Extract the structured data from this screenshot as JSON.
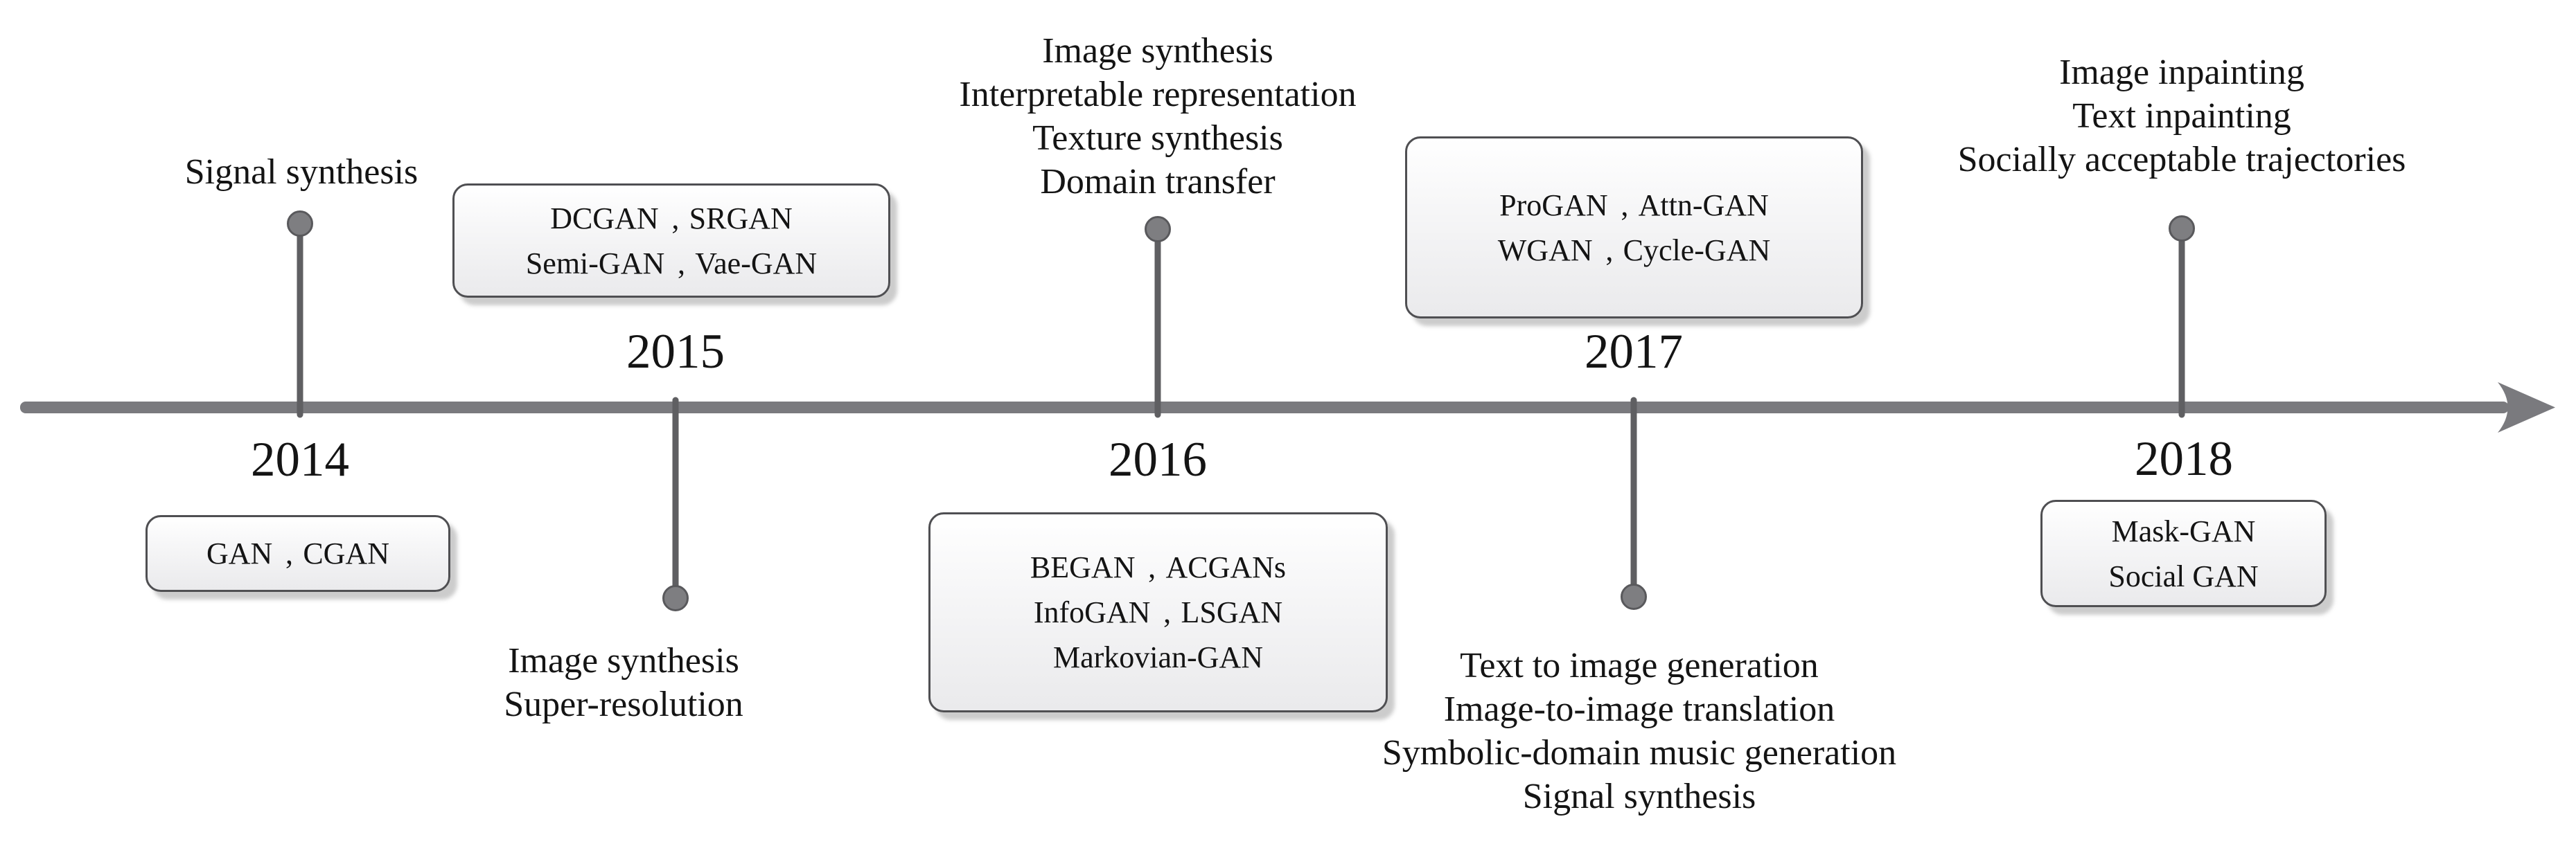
{
  "figure": {
    "type": "timeline",
    "background": "#ffffff"
  },
  "style": {
    "axis_color": "#7a7a7e",
    "stem_color": "#5f5f62",
    "dot_fill": "#7e7e81",
    "dot_border": "#59595c",
    "box_border": "#4f4f52",
    "box_fill_top": "#ffffff",
    "box_fill_bottom": "#eaeaec",
    "text_color": "#141414"
  },
  "events": [
    {
      "year": "2014",
      "applications": [
        "Signal synthesis"
      ],
      "models": [
        "GAN、CGAN"
      ]
    },
    {
      "year": "2015",
      "applications": [
        "Image synthesis",
        "Super-resolution"
      ],
      "models": [
        "DCGAN、SRGAN",
        "Semi-GAN、Vae-GAN"
      ]
    },
    {
      "year": "2016",
      "applications": [
        "Image synthesis",
        "Interpretable representation",
        "Texture synthesis",
        "Domain transfer"
      ],
      "models": [
        "BEGAN、ACGANs",
        "InfoGAN、LSGAN",
        "Markovian-GAN"
      ]
    },
    {
      "year": "2017",
      "applications": [
        "Text to image generation",
        "Image-to-image translation",
        "Symbolic-domain music generation",
        "Signal synthesis"
      ],
      "models": [
        "ProGAN、Attn-GAN",
        "WGAN、Cycle-GAN"
      ]
    },
    {
      "year": "2018",
      "applications": [
        "Image inpainting",
        "Text inpainting",
        "Socially acceptable trajectories"
      ],
      "models": [
        "Mask-GAN",
        "Social GAN"
      ]
    }
  ]
}
